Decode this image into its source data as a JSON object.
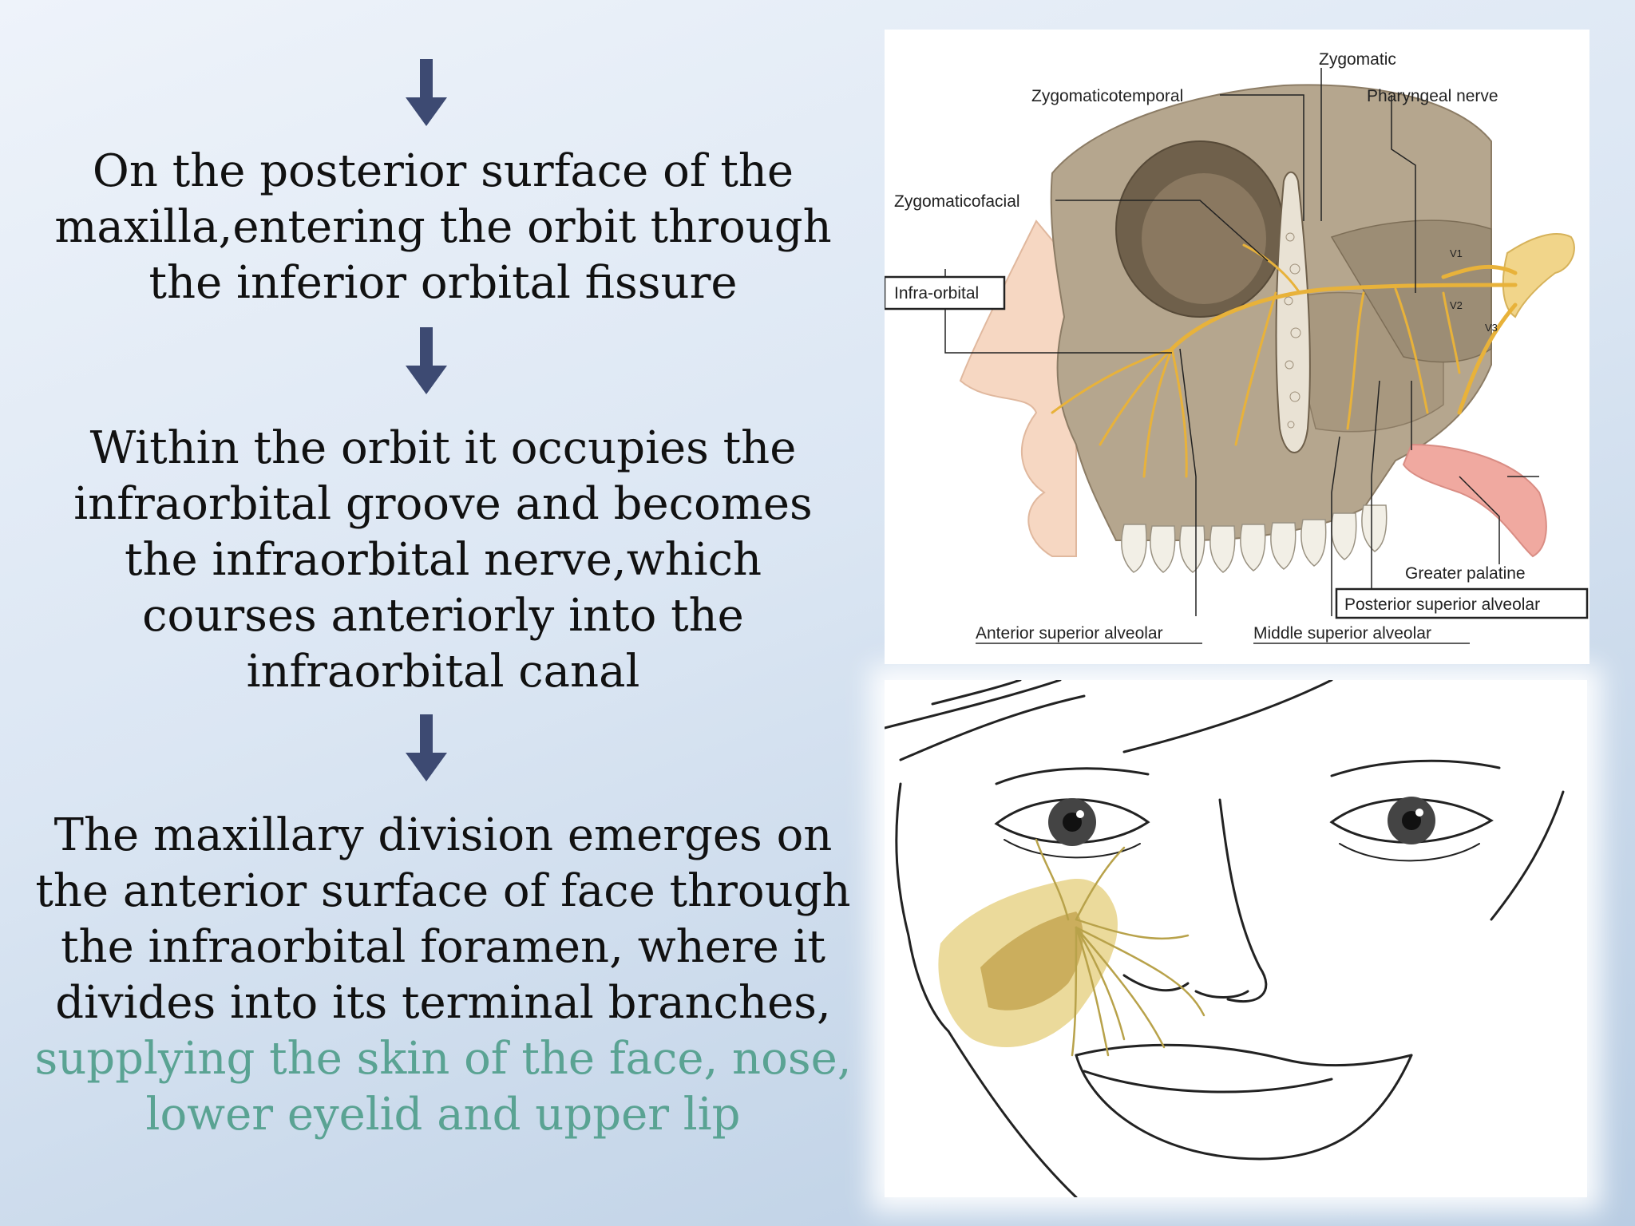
{
  "colors": {
    "text": "#111111",
    "accent_text": "#5aa393",
    "arrow": "#3d4a72",
    "nerve": "#e8b23a",
    "bone": "#b5a68e"
  },
  "steps": [
    {
      "lines": [
        "On the posterior surface of the",
        "maxilla,entering the orbit through",
        "the inferior orbital fissure"
      ]
    },
    {
      "lines": [
        "Within the orbit it occupies the",
        "infraorbital groove and becomes",
        "the infraorbital nerve,which",
        "courses anteriorly into the",
        "infraorbital canal"
      ]
    },
    {
      "lines": [
        "The maxillary division emerges on",
        "the anterior surface of face through",
        "the infraorbital foramen, where it",
        "divides into its terminal branches,"
      ],
      "accent_lines": [
        "supplying the skin of the face, nose,",
        "lower eyelid and upper lip"
      ]
    }
  ],
  "skull_diagram": {
    "labels": {
      "zygomatic": "Zygomatic",
      "zygomaticotemporal": "Zygomaticotemporal",
      "pharyngeal_nerve": "Pharyngeal nerve",
      "zygomaticofacial": "Zygomaticofacial",
      "infra_orbital": "Infra-orbital",
      "v1": "V1",
      "v2": "V2",
      "v3": "V3",
      "greater_palatine": "Greater palatine",
      "posterior_superior_alveolar": "Posterior superior alveolar",
      "anterior_superior_alveolar": "Anterior superior alveolar",
      "middle_superior_alveolar": "Middle superior alveolar"
    }
  }
}
